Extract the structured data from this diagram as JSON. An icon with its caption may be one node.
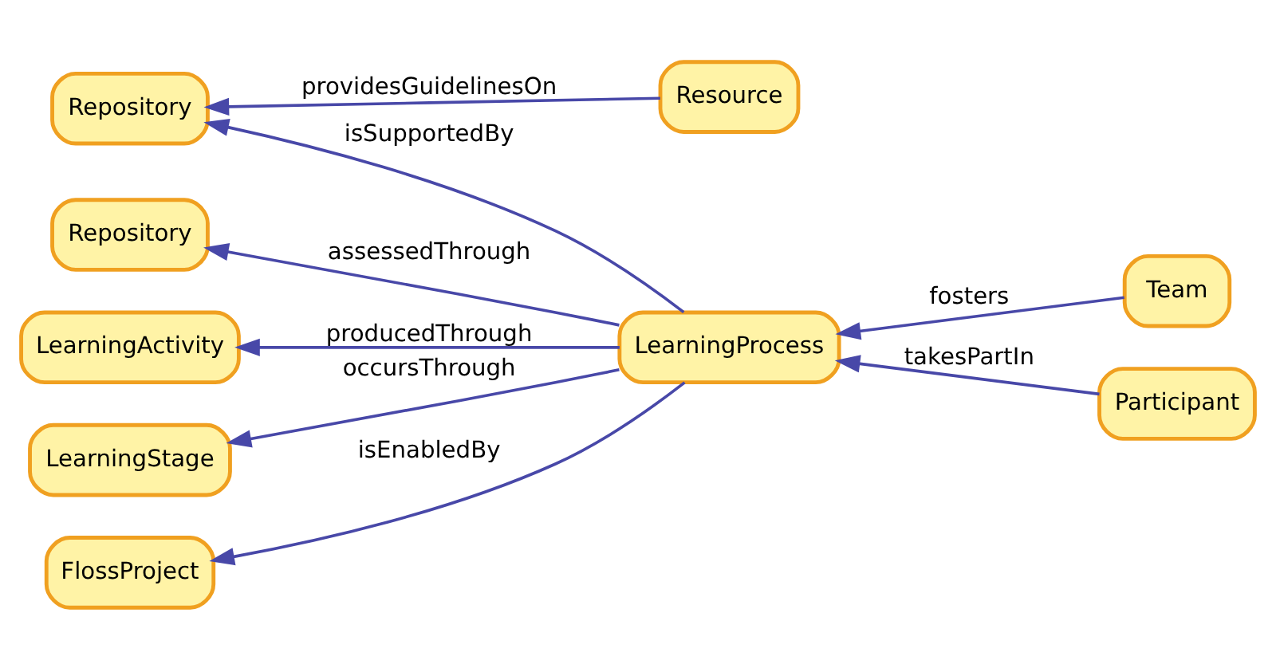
{
  "diagram": {
    "nodes": [
      {
        "text": [
          "Repository"
        ]
      },
      {
        "text": [
          "LearningActivity"
        ]
      },
      {
        "text": [
          "LearningStage"
        ]
      },
      {
        "text": [
          "FlossProject"
        ]
      },
      {
        "text": [
          "LearningProcess"
        ]
      },
      {
        "text": [
          "Team"
        ]
      },
      {
        "text": [
          "Repository"
        ]
      },
      {
        "text": [
          "Participant"
        ]
      },
      {
        "text": [
          "Resource"
        ]
      }
    ],
    "edges": [
      {
        "from": 4,
        "to": 0,
        "arrow": "to",
        "label": "assessedThrough"
      },
      {
        "from": 4,
        "to": 1,
        "arrow": "to",
        "label": "producedThrough"
      },
      {
        "from": 4,
        "to": 2,
        "arrow": "to",
        "label": "occursThrough"
      },
      {
        "from": 4,
        "to": 3,
        "arrow": "to",
        "label": "isEnabledBy"
      },
      {
        "from": 5,
        "to": 4,
        "arrow": "to",
        "label": "fosters"
      },
      {
        "from": 7,
        "to": 4,
        "arrow": "to",
        "label": "takesPartIn"
      },
      {
        "from": 4,
        "to": 6,
        "arrow": "to",
        "label": "isSupportedBy"
      },
      {
        "from": 8,
        "to": 6,
        "arrow": "to",
        "label": "providesGuidelinesOn"
      }
    ]
  }
}
